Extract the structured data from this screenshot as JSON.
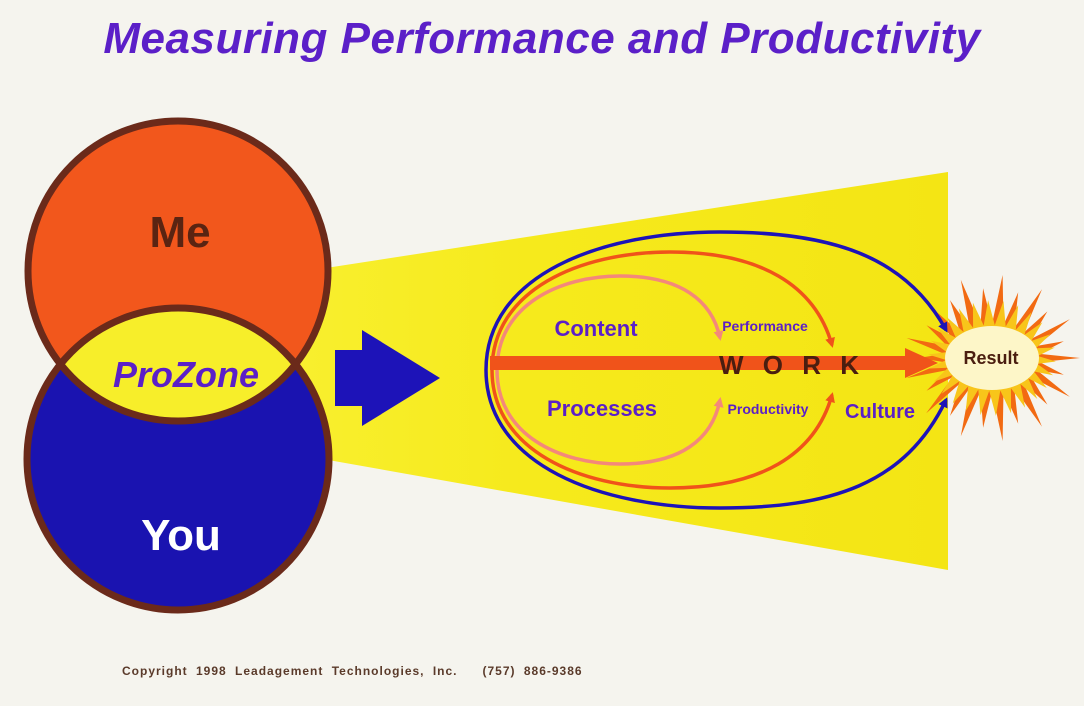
{
  "title": "Measuring Performance and Productivity",
  "venn": {
    "top_label": "Me",
    "overlap_label": "ProZone",
    "bottom_label": "You"
  },
  "funnel": {
    "content_label": "Content",
    "processes_label": "Processes",
    "performance_label": "Performance",
    "productivity_label": "Productivity",
    "culture_label": "Culture",
    "work_label": "W O R K",
    "result_label": "Result"
  },
  "footer": {
    "copyright": "Copyright 1998 Leadagement Technologies, Inc.   (757) 886-9386"
  },
  "colors": {
    "title": "#5b1fc8",
    "me_circle": "#f2571c",
    "you_circle": "#1a13b0",
    "prozone": "#f7ee2a",
    "outline": "#6b2a1a",
    "funnel": "#f6ea1c",
    "arrow": "#1d13b8",
    "work_arrow": "#f0531a",
    "starburst": "#f26a12",
    "result": "#fdf6c8"
  }
}
